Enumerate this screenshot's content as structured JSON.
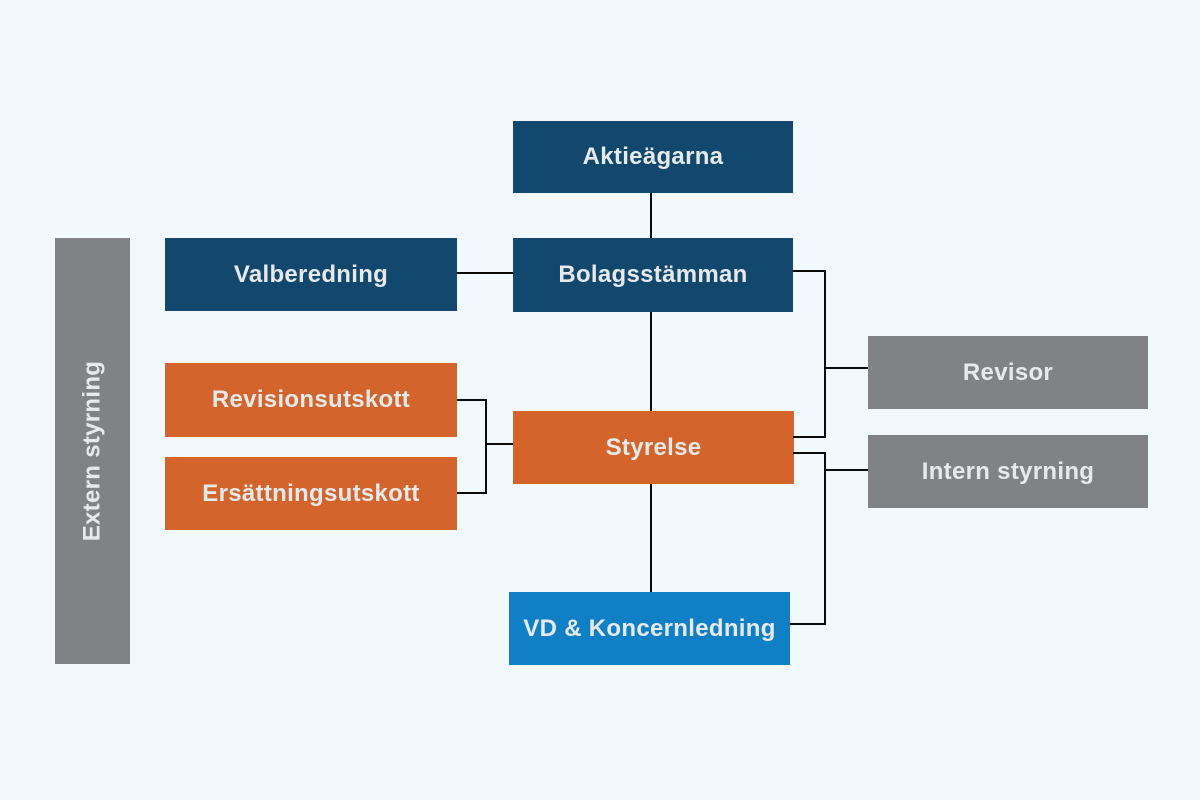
{
  "diagram": {
    "type": "org-chart",
    "nodes": [
      {
        "id": "aktieagarna",
        "label": "Aktieägarna",
        "color": "#12486e"
      },
      {
        "id": "bolagsstamman",
        "label": "Bolagsstämman",
        "color": "#12486e"
      },
      {
        "id": "valberedning",
        "label": "Valberedning",
        "color": "#12486e"
      },
      {
        "id": "revisionsutskott",
        "label": "Revisionsutskott",
        "color": "#d2642c"
      },
      {
        "id": "ersattningsutskott",
        "label": "Ersättningsutskott",
        "color": "#d2642c"
      },
      {
        "id": "styrelse",
        "label": "Styrelse",
        "color": "#d2642c"
      },
      {
        "id": "revisor",
        "label": "Revisor",
        "color": "#808285"
      },
      {
        "id": "intern_styrning",
        "label": "Intern styrning",
        "color": "#808285"
      },
      {
        "id": "vd_koncernledning",
        "label": "VD & Koncernledning",
        "color": "#0f80c5"
      },
      {
        "id": "extern_styrning",
        "label": "Extern styrning",
        "color": "#808285"
      }
    ],
    "edges": [
      {
        "from": "aktieagarna",
        "to": "bolagsstamman"
      },
      {
        "from": "valberedning",
        "to": "bolagsstamman"
      },
      {
        "from": "bolagsstamman",
        "to": "styrelse"
      },
      {
        "from": "bolagsstamman",
        "to": "revisor"
      },
      {
        "from": "revisor",
        "to": "styrelse"
      },
      {
        "from": "revisionsutskott",
        "to": "styrelse"
      },
      {
        "from": "ersattningsutskott",
        "to": "styrelse"
      },
      {
        "from": "styrelse",
        "to": "intern_styrning"
      },
      {
        "from": "styrelse",
        "to": "vd_koncernledning"
      },
      {
        "from": "intern_styrning",
        "to": "vd_koncernledning"
      }
    ],
    "colors": {
      "dark_blue": "#12486e",
      "orange": "#d2642c",
      "gray": "#808285",
      "bright_blue": "#0f80c5",
      "background": "#f2f9fd",
      "line": "#0a0a0a",
      "label_text": "#e8e9ea"
    }
  }
}
